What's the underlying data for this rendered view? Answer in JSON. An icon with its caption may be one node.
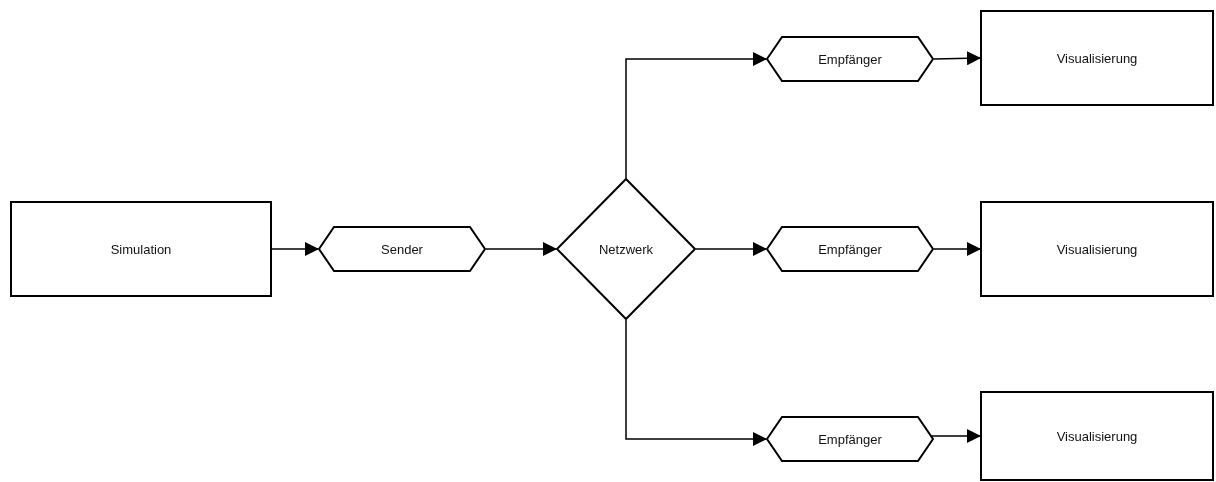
{
  "diagram": {
    "nodes": [
      {
        "text": [
          "Simulation"
        ]
      },
      {
        "text": [
          "Sender"
        ]
      },
      {
        "text": [
          "Netzwerk"
        ]
      },
      {
        "text": [
          "Empfänger"
        ]
      },
      {
        "text": [
          "Visualisierung"
        ]
      },
      {
        "text": [
          "Empfänger"
        ]
      },
      {
        "text": [
          "Visualisierung"
        ]
      },
      {
        "text": [
          "Empfänger"
        ]
      },
      {
        "text": [
          "Visualisierung"
        ]
      }
    ],
    "edges": [
      {
        "from": 0,
        "to": 1,
        "arrow": "to"
      },
      {
        "from": 1,
        "to": 2,
        "arrow": "to"
      },
      {
        "from": 2,
        "to": 3,
        "arrow": "to"
      },
      {
        "from": 3,
        "to": 4,
        "arrow": "to"
      },
      {
        "from": 2,
        "to": 5,
        "arrow": "to"
      },
      {
        "from": 5,
        "to": 6,
        "arrow": "to"
      },
      {
        "from": 2,
        "to": 7,
        "arrow": "to"
      },
      {
        "from": 7,
        "to": 8,
        "arrow": "to"
      }
    ]
  }
}
